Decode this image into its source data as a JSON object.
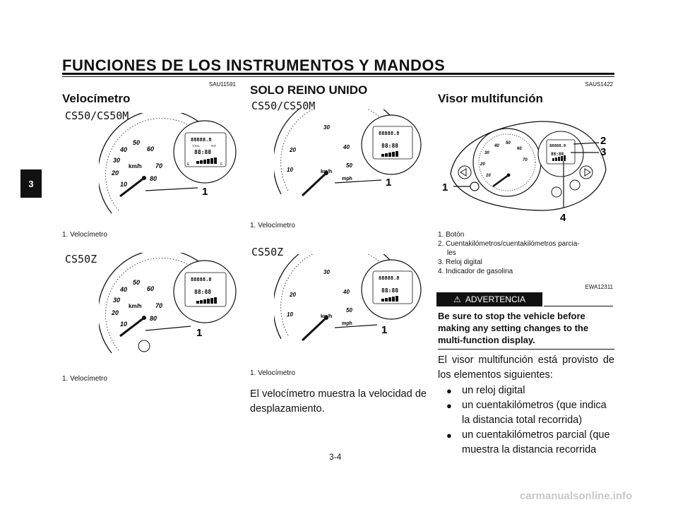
{
  "header": {
    "title": "FUNCIONES DE LOS INSTRUMENTOS Y MANDOS"
  },
  "tab": {
    "number": "3"
  },
  "left": {
    "code": "SAU11591",
    "heading": "Velocímetro",
    "model1": "CS50/CS50M",
    "model2": "CS50Z",
    "caption1": "1. Velocímetro",
    "caption2": "1. Velocímetro"
  },
  "middle": {
    "heading": "SOLO REINO UNIDO",
    "model1": "CS50/CS50M",
    "model2": "CS50Z",
    "caption1": "1. Velocímetro",
    "caption2": "1. Velocímetro",
    "body": "El velocímetro muestra la velocidad de desplazamiento."
  },
  "right": {
    "code": "SAUS1422",
    "heading": "Visor multifunción",
    "captions": [
      "1. Botón",
      "2. Cuentakilómetros/cuentakilómetros parcia-",
      "les",
      "3. Reloj digital",
      "4. Indicador de gasolina"
    ],
    "warn_code": "EWA12311",
    "warn_label": "ADVERTENCIA",
    "warn_text": "Be sure to stop the vehicle before making any setting changes to the multi-function display.",
    "body": "El visor multifunción está provisto de los elementos siguientes:",
    "bullets": [
      "un reloj digital",
      "un cuentakilómetros (que indica la distancia total recorrida)",
      "un cuentakilómetros parcial (que muestra la distancia recorrida"
    ]
  },
  "gauge": {
    "kmh_ticks": [
      "10",
      "20",
      "30",
      "40",
      "50",
      "60",
      "70",
      "80"
    ],
    "uk_ticks": [
      "10",
      "20",
      "30",
      "40",
      "50"
    ],
    "unit_kmh": "km/h",
    "unit_mph": "mph",
    "lcd_odo": "88888.8",
    "lcd_clock": "88:88",
    "lcd_total": "TOTAL",
    "lcd_trip": "TRIP",
    "lcd_e": "E",
    "lcd_f": "F",
    "callout_1": "1",
    "callout_2": "2",
    "callout_3": "3",
    "callout_4": "4"
  },
  "footer": {
    "page": "3-4",
    "watermark": "carmanualsonline.info"
  }
}
